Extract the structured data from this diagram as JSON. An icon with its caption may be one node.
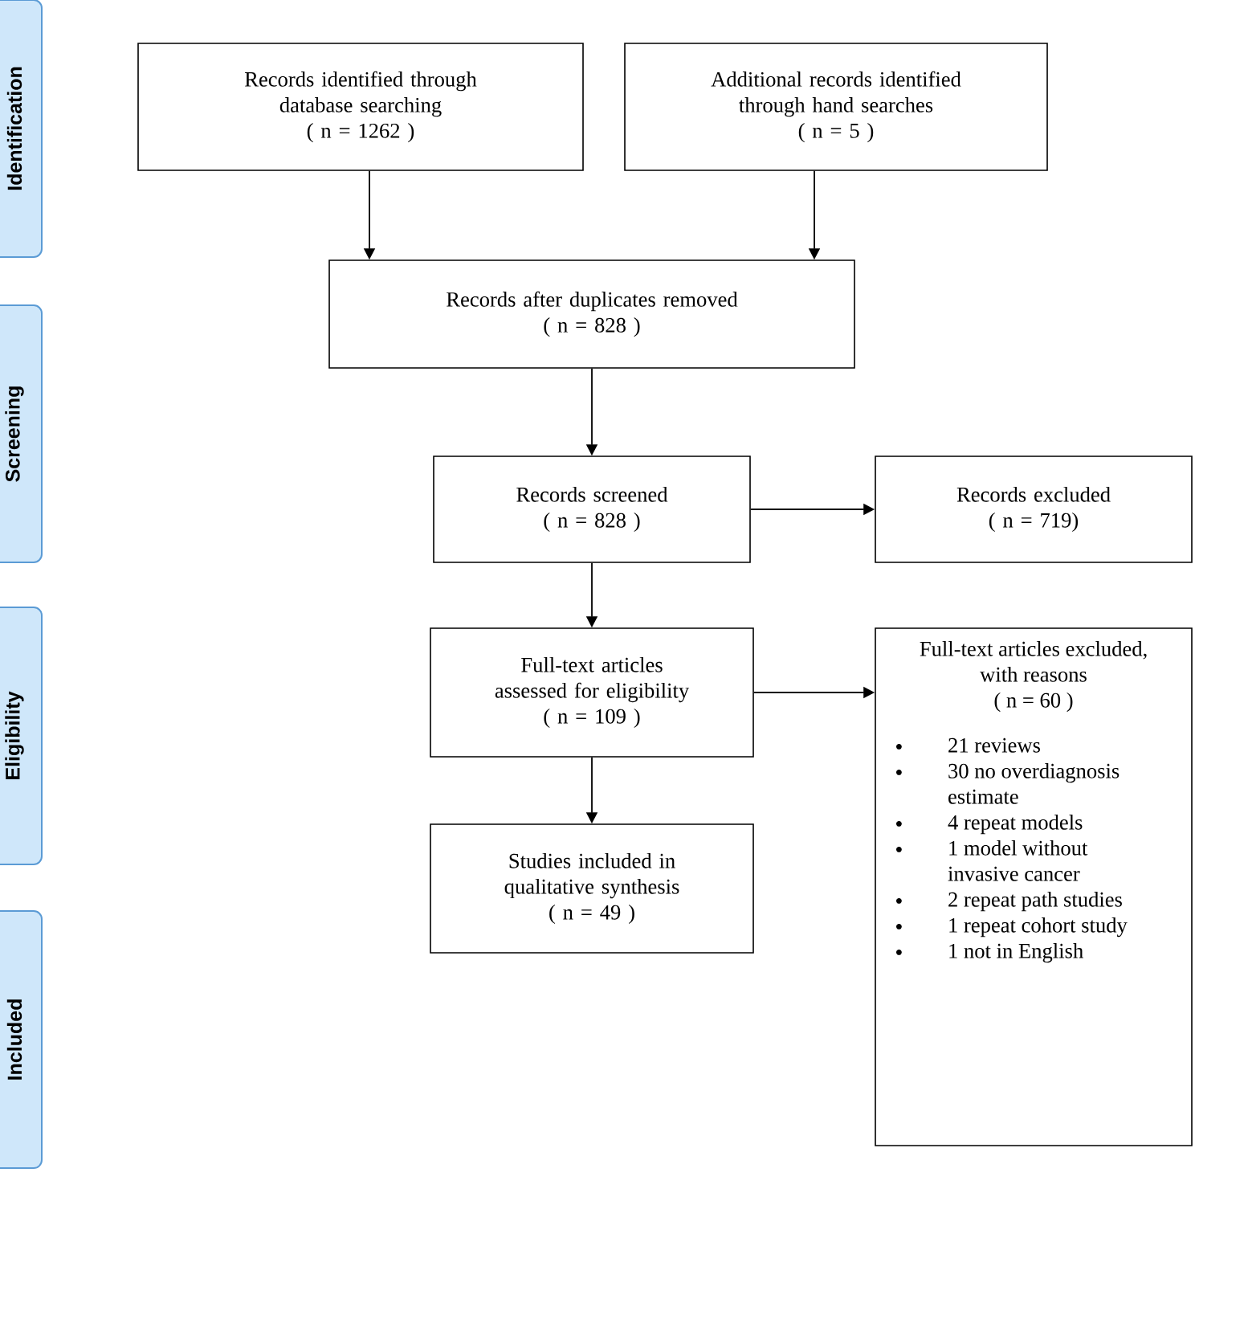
{
  "diagram": {
    "nodes": [
      {
        "text": [
          "Identification"
        ]
      },
      {
        "text": [
          "Screening"
        ]
      },
      {
        "text": [
          "Eligibility"
        ]
      },
      {
        "text": [
          "Included"
        ]
      },
      {
        "text": [
          "Records identified through database searching",
          "( n = 1262 )"
        ]
      },
      {
        "text": [
          "Additional records identified through hand searches",
          "( n = 5 )"
        ]
      },
      {
        "text": [
          "Records after duplicates removed",
          "( n = 828 )"
        ]
      },
      {
        "text": [
          "Records screened",
          "( n = 828 )"
        ]
      },
      {
        "text": [
          "Records excluded",
          "( n = 719)"
        ]
      },
      {
        "text": [
          "Full-text articles assessed for eligibility",
          "( n = 109 )"
        ]
      },
      {
        "text": [
          "Full-text articles excluded, with reasons",
          "( n = 60 )",
          "21 reviews",
          "30 no overdiagnosis estimate",
          "4 repeat models",
          "1 model without invasive cancer",
          "2 repeat path studies",
          "1 repeat cohort study",
          "1 not in English"
        ]
      },
      {
        "text": [
          "Studies included in qualitative synthesis",
          "( n = 49 )"
        ]
      }
    ],
    "edges": [
      {
        "from": 4,
        "to": 6,
        "arrow": "to"
      },
      {
        "from": 5,
        "to": 6,
        "arrow": "to"
      },
      {
        "from": 6,
        "to": 7,
        "arrow": "to"
      },
      {
        "from": 7,
        "to": 8,
        "arrow": "to"
      },
      {
        "from": 7,
        "to": 9,
        "arrow": "to"
      },
      {
        "from": 9,
        "to": 10,
        "arrow": "to"
      },
      {
        "from": 9,
        "to": 11,
        "arrow": "to"
      }
    ]
  }
}
